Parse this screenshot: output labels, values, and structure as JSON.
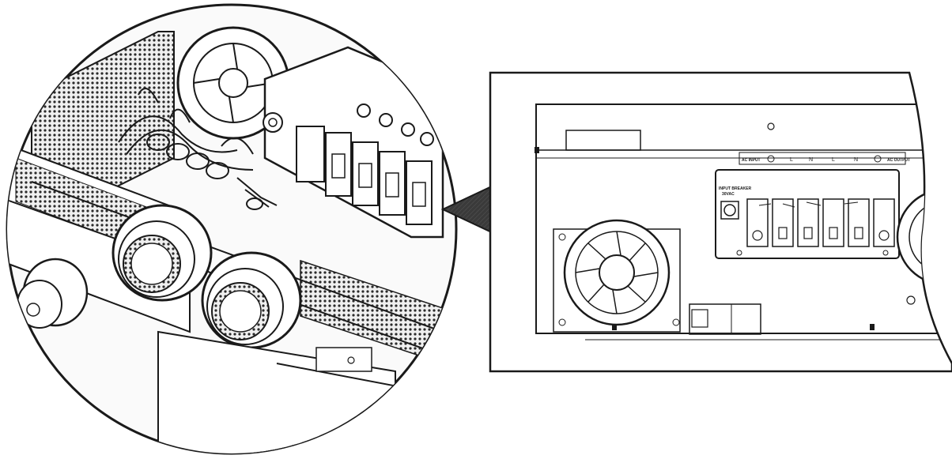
{
  "labels": {
    "ac_input": "AC INPUT",
    "ac_output": "AC OUTPUT",
    "terminal_l": "L",
    "terminal_n": "N",
    "breaker_line1": "INPUT BREAKER",
    "breaker_line2": "30VAC"
  },
  "colors": {
    "line": "#1a1a1a",
    "arrow": "#333333",
    "background": "#ffffff",
    "panel_fill": "#f4f4f4",
    "dots": "#2a2a2a"
  },
  "icons": [
    "arrow-left-icon",
    "fan-icon",
    "screw-icon",
    "terminal-block-icon",
    "cable-gland-icon",
    "ground-symbol-icon"
  ]
}
